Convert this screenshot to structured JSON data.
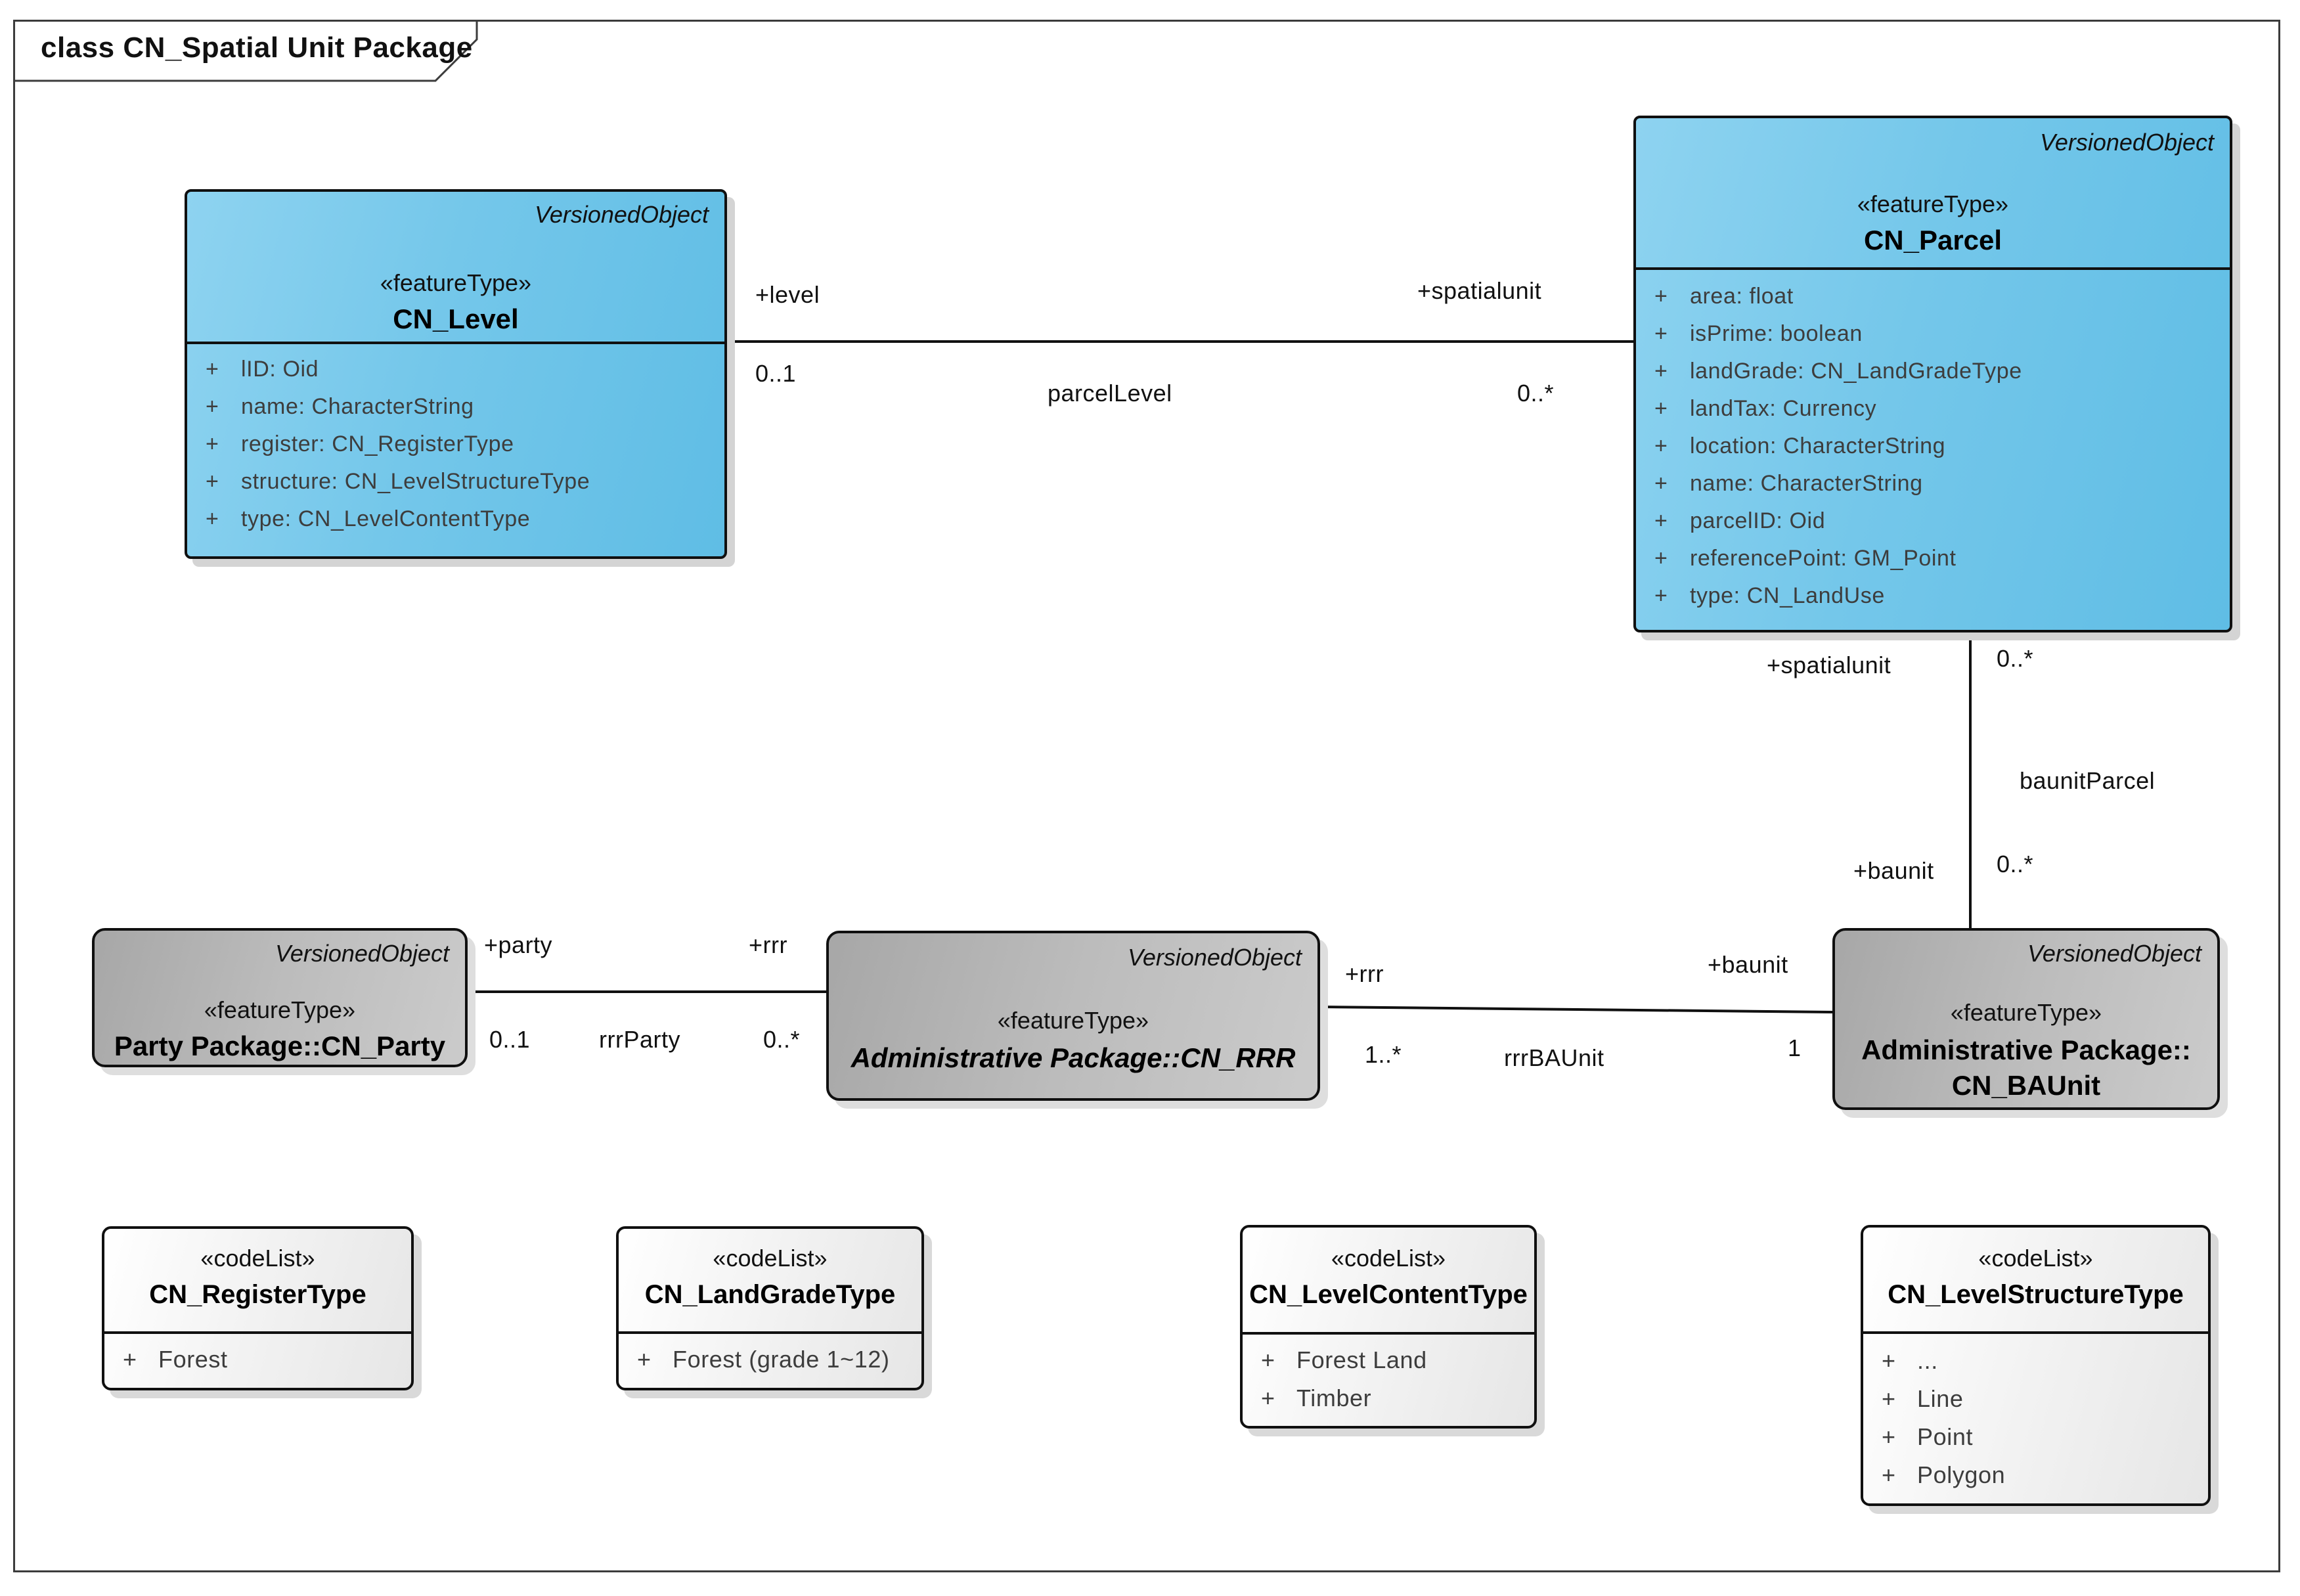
{
  "diagram": {
    "title": "class CN_Spatial Unit Package"
  },
  "symbols": {
    "plus": "+"
  },
  "colors": {
    "class_blue": "#6ec5e8",
    "class_gray": "#bcbcbc",
    "codelist_bg": "#f2f2f2",
    "line_black": "#101010"
  },
  "classes": {
    "level": {
      "parent": "VersionedObject",
      "stereotype": "«featureType»",
      "name": "CN_Level",
      "attributes": [
        "lID: Oid",
        "name: CharacterString",
        "register: CN_RegisterType",
        "structure: CN_LevelStructureType",
        "type: CN_LevelContentType"
      ]
    },
    "parcel": {
      "parent": "VersionedObject",
      "stereotype": "«featureType»",
      "name": "CN_Parcel",
      "attributes": [
        "area: float",
        "isPrime: boolean",
        "landGrade: CN_LandGradeType",
        "landTax: Currency",
        "location: CharacterString",
        "name: CharacterString",
        "parcelID: Oid",
        "referencePoint: GM_Point",
        "type: CN_LandUse"
      ]
    },
    "party": {
      "parent": "VersionedObject",
      "stereotype": "«featureType»",
      "name": "Party Package::CN_Party"
    },
    "rrr": {
      "parent": "VersionedObject",
      "stereotype": "«featureType»",
      "name": "Administrative Package::CN_RRR"
    },
    "baunit": {
      "parent": "VersionedObject",
      "stereotype": "«featureType»",
      "name_line1": "Administrative Package::",
      "name_line2": "CN_BAUnit"
    }
  },
  "codelists": {
    "register": {
      "stereotype": "«codeList»",
      "name": "CN_RegisterType",
      "attributes": [
        "Forest"
      ]
    },
    "landgrade": {
      "stereotype": "«codeList»",
      "name": "CN_LandGradeType",
      "attributes": [
        "Forest (grade 1~12)"
      ]
    },
    "levelcontent": {
      "stereotype": "«codeList»",
      "name": "CN_LevelContentType",
      "attributes": [
        "Forest Land",
        "Timber"
      ]
    },
    "levelstructure": {
      "stereotype": "«codeList»",
      "name": "CN_LevelStructureType",
      "attributes": [
        "...",
        "Line",
        "Point",
        "Polygon"
      ]
    }
  },
  "associations": {
    "parcel_level": {
      "name": "parcelLevel",
      "level_role": "+level",
      "level_mult": "0..1",
      "parcel_role": "+spatialunit",
      "parcel_mult": "0..*"
    },
    "baunit_parcel": {
      "name": "baunitParcel",
      "parcel_role": "+spatialunit",
      "parcel_mult": "0..*",
      "baunit_role": "+baunit",
      "baunit_mult": "0..*"
    },
    "rrr_party": {
      "name": "rrrParty",
      "party_role": "+party",
      "party_mult": "0..1",
      "rrr_role": "+rrr",
      "rrr_mult": "0..*"
    },
    "rrr_baunit": {
      "name": "rrrBAUnit",
      "rrr_role": "+rrr",
      "rrr_mult": "1..*",
      "baunit_role": "+baunit",
      "baunit_mult": "1"
    }
  }
}
